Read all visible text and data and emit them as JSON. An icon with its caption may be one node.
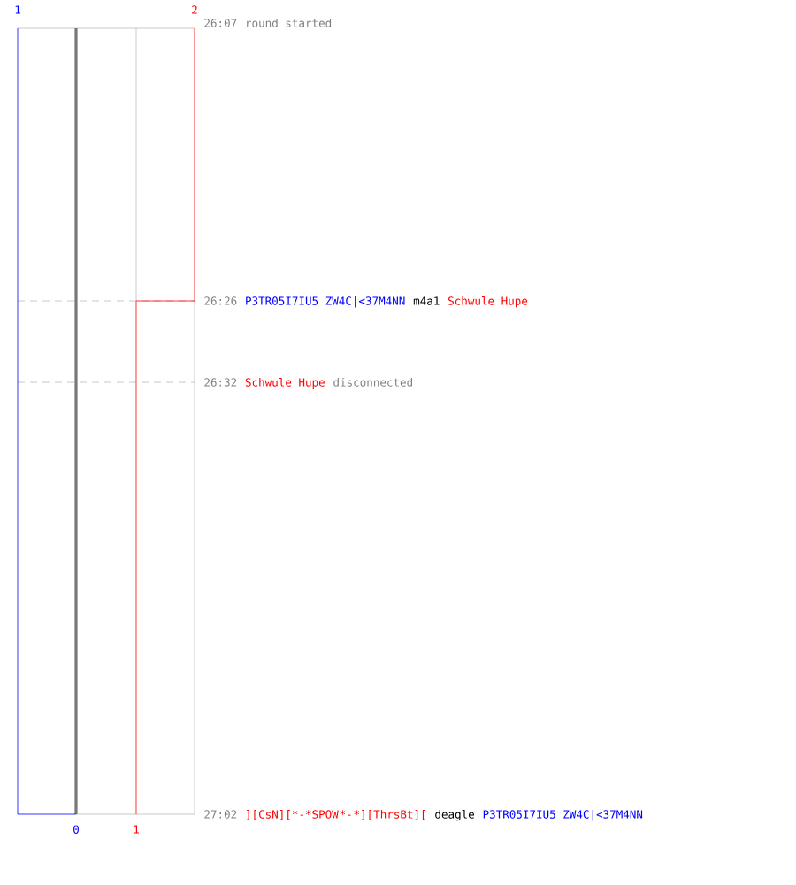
{
  "diagram": {
    "labels": [
      "1",
      "2",
      "26:07",
      "round started",
      "26:26",
      "P3TR05I7IU5 ZW4C|<37M4NN",
      "m4a1",
      "Schwule Hupe",
      "26:32",
      "Schwule Hupe",
      "disconnected",
      "27:02",
      "][CsN][*-*SPOW",
      "*-",
      "*][ThrsBt][",
      "deagle",
      "P3TR05I7IU5 ZW4C|<37M4NN",
      "0",
      "1"
    ]
  }
}
